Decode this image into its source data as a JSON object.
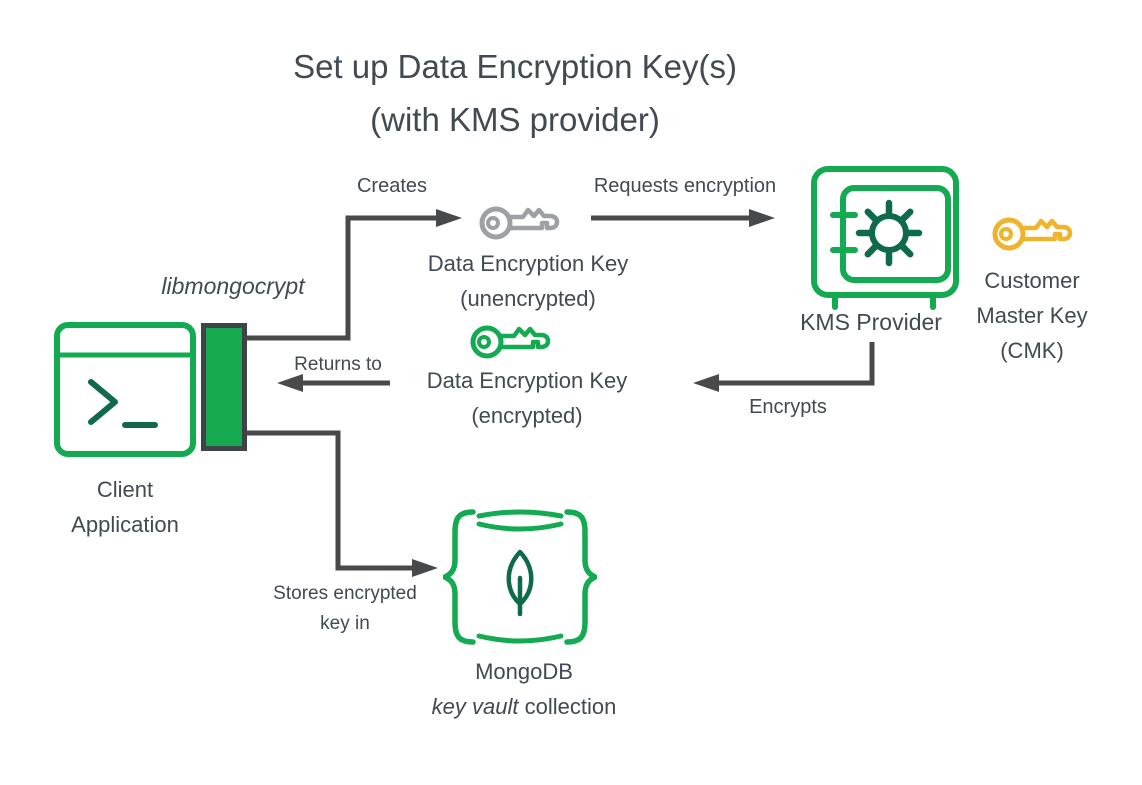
{
  "title": {
    "line1": "Set up Data Encryption Key(s)",
    "line2": "(with KMS provider)"
  },
  "nodes": {
    "client_application": {
      "label_line1": "Client",
      "label_line2": "Application"
    },
    "libmongocrypt": {
      "label": "libmongocrypt"
    },
    "dek_unencrypted": {
      "label_line1": "Data Encryption Key",
      "label_line2": "(unencrypted)"
    },
    "dek_encrypted": {
      "label_line1": "Data Encryption Key",
      "label_line2": "(encrypted)"
    },
    "kms_provider": {
      "label": "KMS Provider"
    },
    "customer_master_key": {
      "label_line1": "Customer",
      "label_line2": "Master Key",
      "label_line3": "(CMK)"
    },
    "mongodb_key_vault": {
      "label_line1": "MongoDB",
      "label_line2_italic": "key vault",
      "label_line2_regular": " collection"
    }
  },
  "edges": {
    "creates": {
      "label": "Creates"
    },
    "requests_encryption": {
      "label": "Requests encryption"
    },
    "returns_to": {
      "label": "Returns to"
    },
    "encrypts": {
      "label": "Encrypts"
    },
    "stores_encrypted_key": {
      "label_line1": "Stores encrypted",
      "label_line2": "key in"
    }
  },
  "icons": {
    "client": "terminal-window-icon",
    "libmongocrypt": "green-block",
    "dek_unencrypted": "key-icon-gray",
    "dek_encrypted": "key-icon-green",
    "customer_master_key": "key-icon-yellow",
    "kms_provider": "safe-vault-icon",
    "mongodb": "database-braces-leaf-icon"
  },
  "colors": {
    "green": "#13aa52",
    "dark_green": "#0e6a48",
    "gray_key": "#9da0a4",
    "yellow_key": "#f0b32c",
    "connector": "#48494b",
    "text": "#414a53",
    "background": "#ffffff"
  }
}
